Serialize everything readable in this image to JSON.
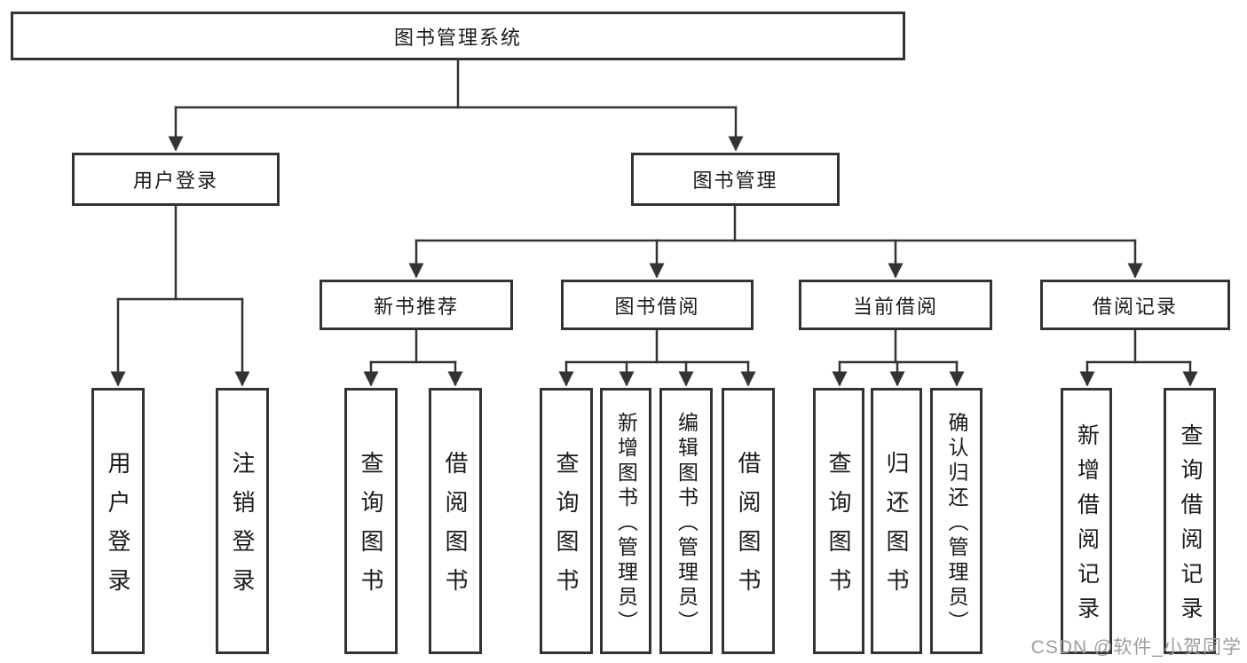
{
  "diagram": {
    "root": {
      "label": "图书管理系统"
    },
    "level2": {
      "user_login": {
        "label": "用户登录"
      },
      "book_mgmt": {
        "label": "图书管理"
      }
    },
    "level3": {
      "new_book": {
        "label": "新书推荐"
      },
      "book_borrow": {
        "label": "图书借阅"
      },
      "current_borrow": {
        "label": "当前借阅"
      },
      "borrow_record": {
        "label": "借阅记录"
      }
    },
    "leaves": {
      "user_login": [
        "用户登录",
        "注销登录"
      ],
      "new_book": [
        "查询图书",
        "借阅图书"
      ],
      "book_borrow": [
        "查询图书",
        "新增图书（管理员）",
        "编辑图书（管理员）",
        "借阅图书"
      ],
      "current_borrow": [
        "查询图书",
        "归还图书",
        "确认归还（管理员）"
      ],
      "borrow_record": [
        "新增借阅记录",
        "查询借阅记录"
      ]
    }
  },
  "watermark": "CSDN @软件_小贺同学",
  "colors": {
    "line": "#333333",
    "border": "#333333",
    "text": "#1a1a1a",
    "watermark": "#9e9e9e",
    "background": "#ffffff"
  }
}
